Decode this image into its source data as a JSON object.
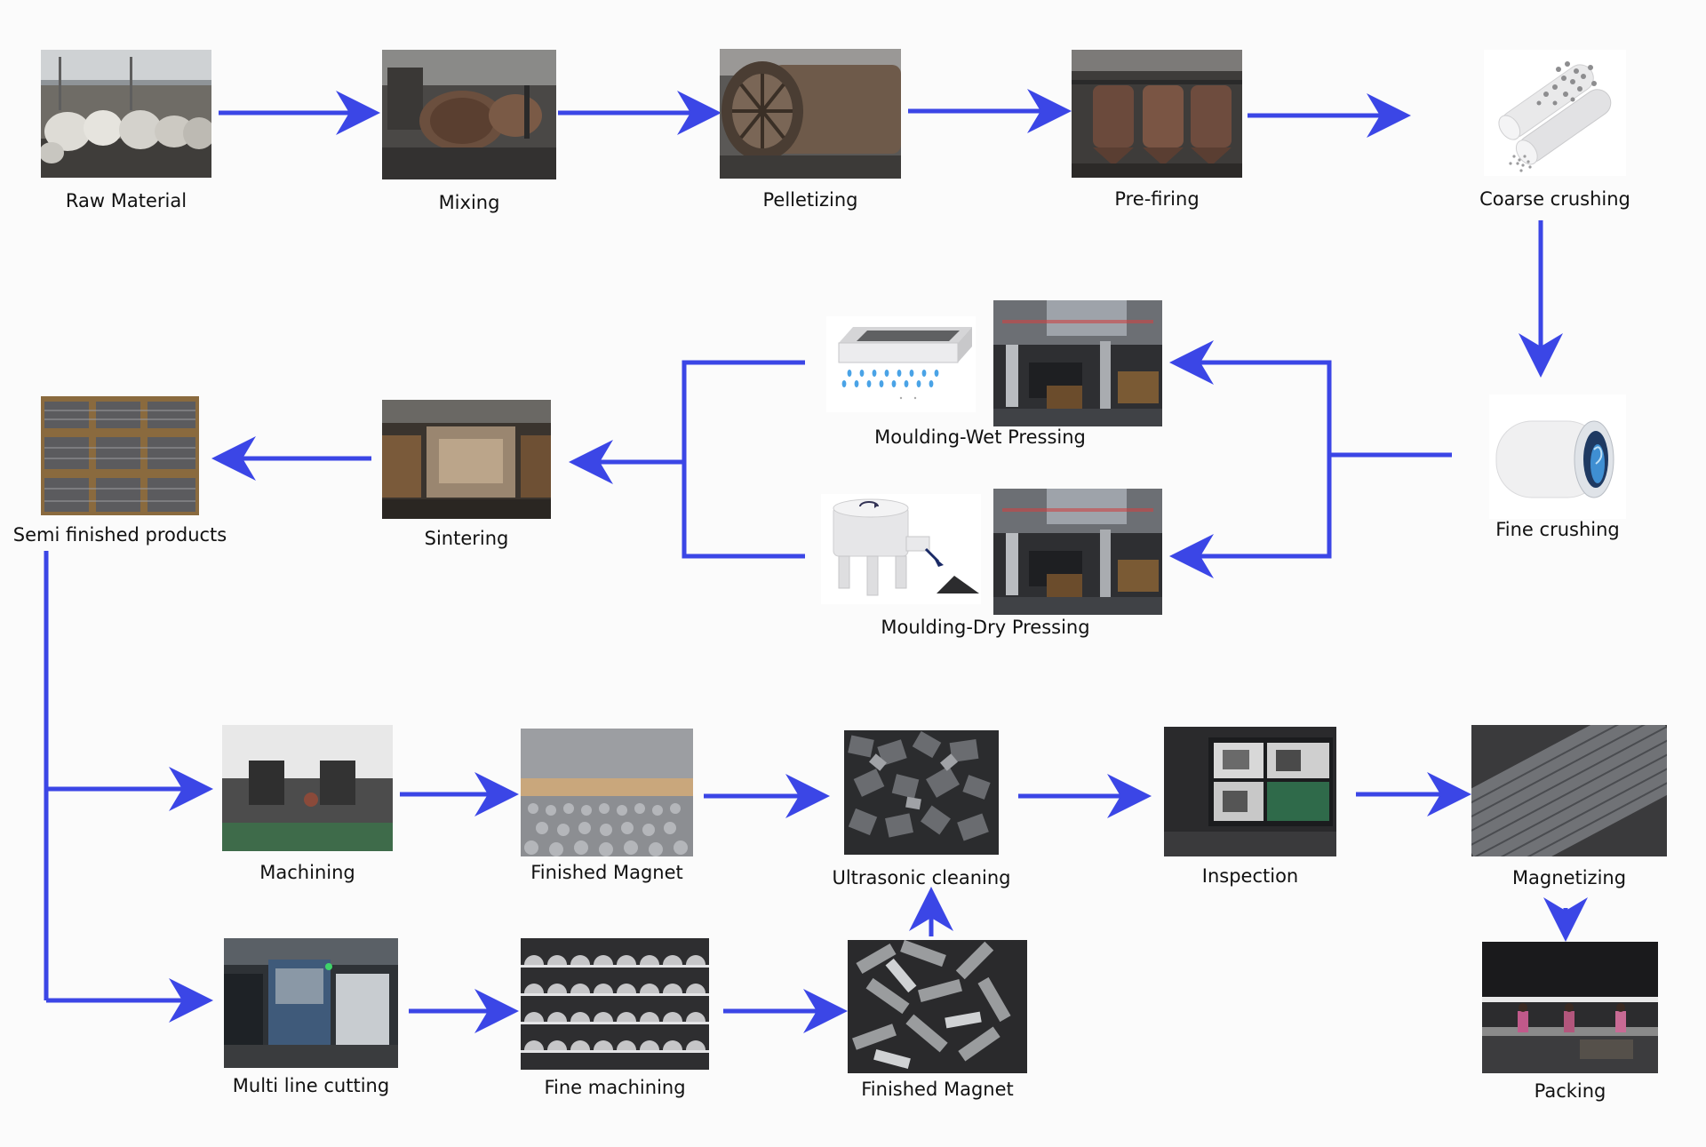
{
  "arrow_color": "#3b46e6",
  "steps": {
    "raw_material": "Raw Material",
    "mixing": "Mixing",
    "pelletizing": "Pelletizing",
    "pre_firing": "Pre-firing",
    "coarse_crushing": "Coarse crushing",
    "fine_crushing": "Fine crushing",
    "moulding_wet": "Moulding-Wet Pressing",
    "moulding_dry": "Moulding-Dry Pressing",
    "sintering": "Sintering",
    "semi_finished": "Semi finished products",
    "machining": "Machining",
    "finished_magnet_1": "Finished Magnet",
    "ultrasonic_cleaning": "Ultrasonic cleaning",
    "inspection": "Inspection",
    "magnetizing": "Magnetizing",
    "packing": "Packing",
    "multi_line_cutting": "Multi line cutting",
    "fine_machining": "Fine machining",
    "finished_magnet_2": "Finished Magnet"
  }
}
